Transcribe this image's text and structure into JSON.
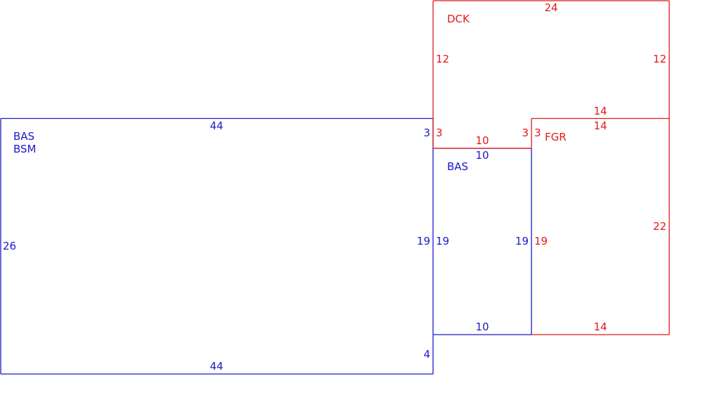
{
  "colors": {
    "blue": "#1a1ac8",
    "red": "#e01a1a"
  },
  "areas": {
    "base_main": {
      "code1": "BAS",
      "code2": "BSM",
      "color": "blue"
    },
    "base_small": {
      "code1": "BAS",
      "color": "blue"
    },
    "deck": {
      "code1": "DCK",
      "color": "red"
    },
    "garage": {
      "code1": "FGR",
      "color": "red"
    }
  },
  "dims": {
    "main_top": "44",
    "main_bottom": "44",
    "main_left": "26",
    "main_right_upper": "3",
    "main_right_middle": "19",
    "main_right_lower": "4",
    "small_top": "10",
    "small_left": "19",
    "small_right": "19",
    "small_bottom": "10",
    "deck_top": "24",
    "deck_left": "12",
    "deck_right": "12",
    "deck_bottom": "14",
    "deck_left_lower": "3",
    "deck_inner_bottom": "10",
    "deck_inner_right": "3",
    "garage_top": "14",
    "garage_left_upper": "3",
    "garage_left": "19",
    "garage_right": "22",
    "garage_bottom": "14"
  }
}
